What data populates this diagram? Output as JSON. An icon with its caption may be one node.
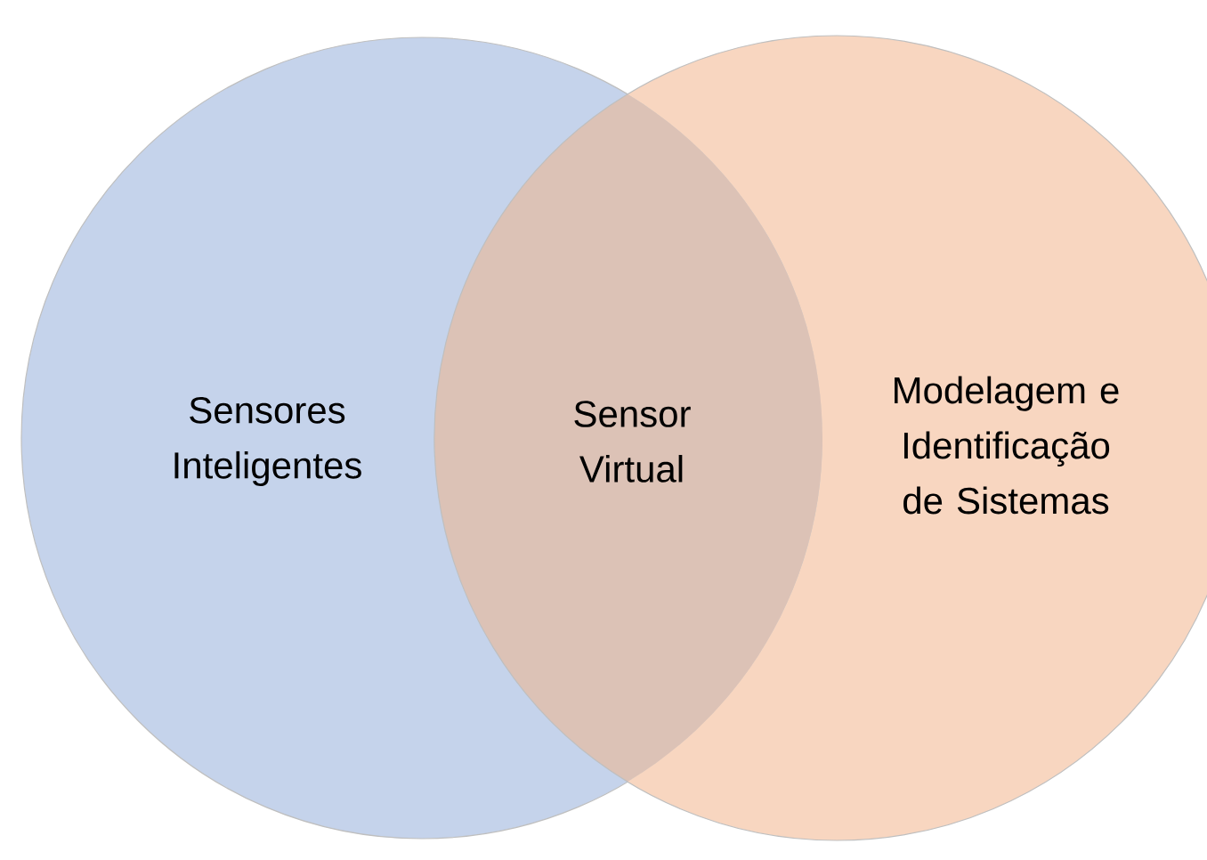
{
  "diagram": {
    "nodes": [
      {
        "text": [
          "Sensores Inteligentes"
        ]
      },
      {
        "text": [
          "Modelagem e Identificação de Sistemas"
        ]
      }
    ],
    "labels": [
      "Sensor Virtual"
    ]
  }
}
